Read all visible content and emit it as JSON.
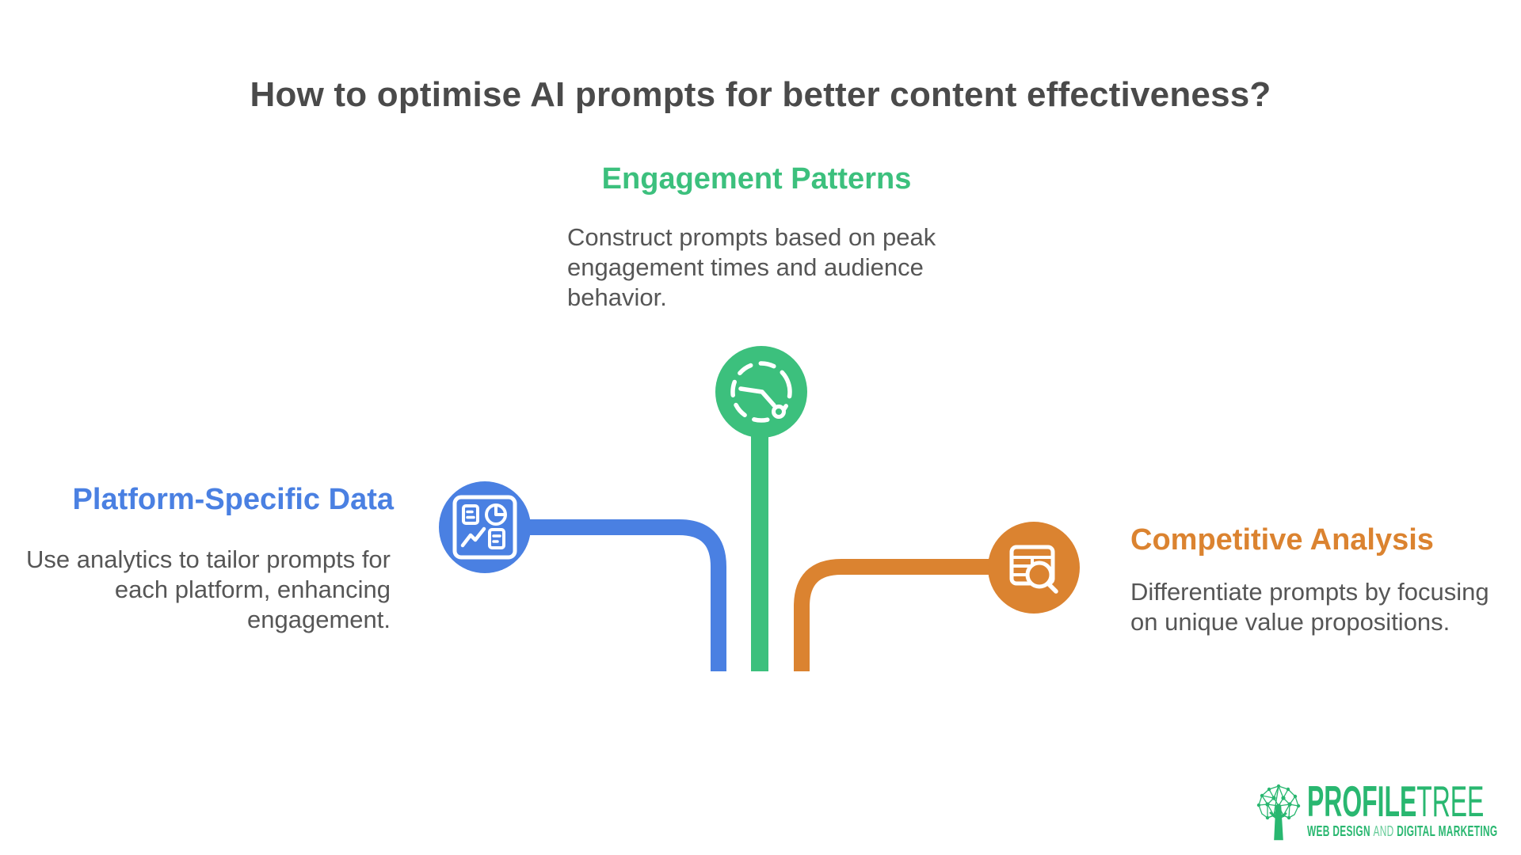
{
  "page": {
    "title": "How to optimise AI prompts for better content effectiveness?"
  },
  "colors": {
    "green": "#3CC07D",
    "blue": "#4A80E2",
    "orange": "#DB8330",
    "title_text": "#4A4A4A",
    "body_text": "#565656",
    "logo_green": "#29B770",
    "icon_stroke": "#FFFFFF"
  },
  "branches": [
    {
      "id": "engagement-patterns",
      "heading": "Engagement Patterns",
      "icon": "clock-dashed-icon",
      "lines": [
        "Construct prompts based on peak",
        "engagement times and audience",
        "behavior."
      ]
    },
    {
      "id": "platform-specific-data",
      "heading": "Platform-Specific Data",
      "icon": "analytics-dashboard-icon",
      "lines": [
        "Use analytics to tailor prompts for",
        "each platform, enhancing",
        "engagement."
      ]
    },
    {
      "id": "competitive-analysis",
      "heading": "Competitive Analysis",
      "icon": "table-search-icon",
      "lines": [
        "Differentiate prompts by focusing",
        "on unique value propositions."
      ]
    }
  ],
  "logo": {
    "brand_bold": "PROFILE",
    "brand_light": "TREE",
    "tagline_left": "WEB DESIGN ",
    "tagline_mid": "AND",
    "tagline_right": " DIGITAL MARKETING"
  }
}
